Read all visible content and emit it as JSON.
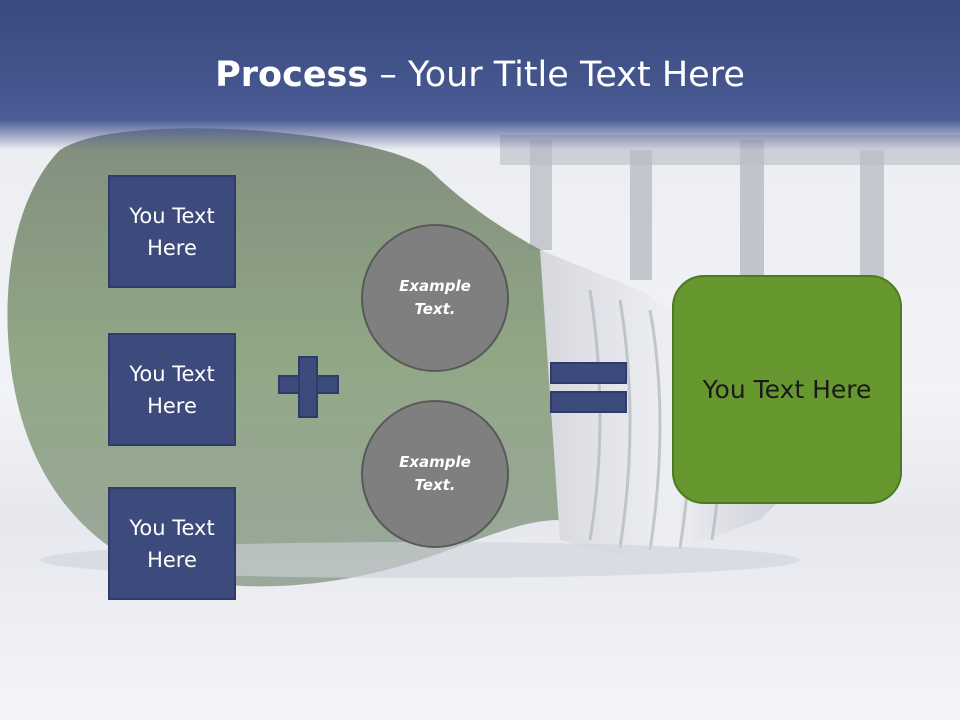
{
  "header": {
    "title_bold": "Process",
    "title_rest": " – Your Title Text Here"
  },
  "boxes": [
    {
      "label": "You Text\nHere"
    },
    {
      "label": "You Text\nHere"
    },
    {
      "label": "You Text\nHere"
    }
  ],
  "circles": [
    {
      "label": "Example\nText."
    },
    {
      "label": "Example\nText."
    }
  ],
  "result": {
    "label": "You Text Here"
  },
  "colors": {
    "header": "#3d4c86",
    "box": "#3d4a7c",
    "circle": "#7f7f7f",
    "result": "#66982f"
  },
  "icons": [
    "plus-icon",
    "equals-icon"
  ]
}
